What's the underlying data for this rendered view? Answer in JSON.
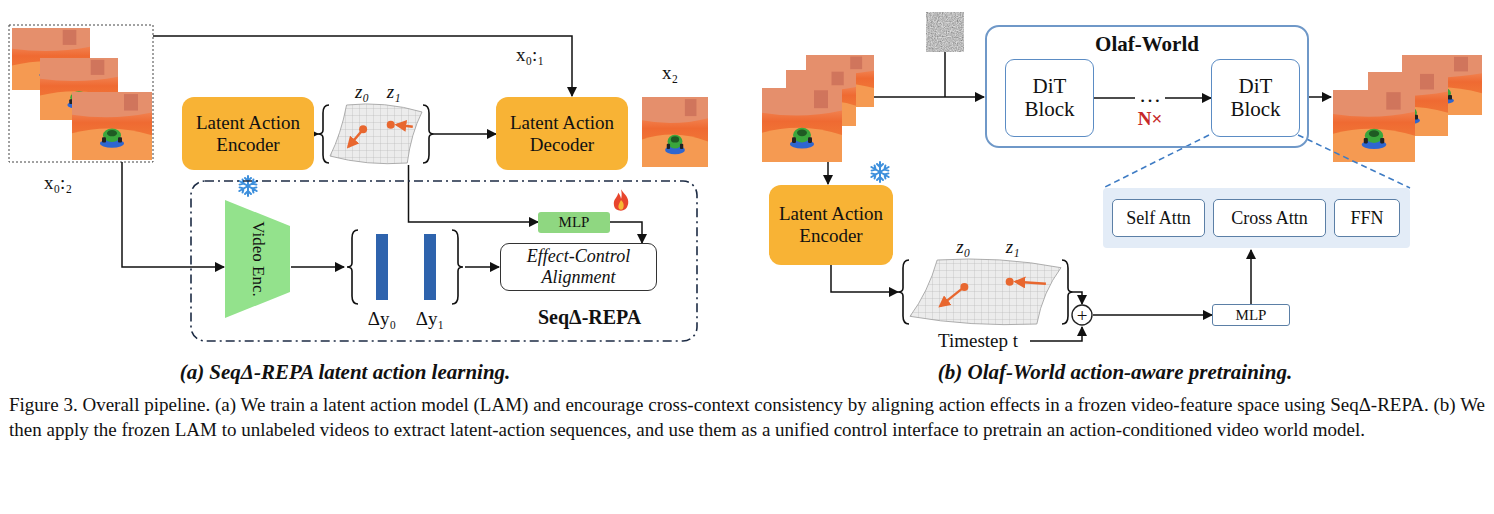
{
  "diagram": {
    "caption": "Figure 3. Overall pipeline. (a) We train a latent action model (LAM) and encourage cross-context consistency by aligning action effects in a frozen video-feature space using SeqΔ-REPA. (b) We then apply the frozen LAM to unlabeled videos to extract latent-action sequences, and use them as a unified control interface to pretrain an action-conditioned video world model.",
    "nodes": [
      {
        "text": [
          "Latent Action Encoder"
        ]
      },
      {
        "text": [
          "z₀",
          "z₁"
        ]
      },
      {
        "text": [
          "Latent Action Decoder"
        ]
      },
      {
        "text": [
          "SeqΔ-REPA"
        ]
      },
      {
        "text": [
          "Video Enc."
        ],
        "in": 3
      },
      {
        "text": [
          "MLP"
        ],
        "in": 3
      },
      {
        "text": [
          "Effect-Control Alignment"
        ],
        "in": 3
      },
      {
        "text": [
          "Olaf-World"
        ]
      },
      {
        "text": [
          "DiT Block"
        ],
        "in": 7
      },
      {
        "text": [
          "DiT Block"
        ],
        "in": 7
      },
      {
        "text": [
          "Latent Action Encoder"
        ]
      },
      {
        "text": [
          "Self Attn"
        ]
      },
      {
        "text": [
          "Cross Attn"
        ]
      },
      {
        "text": [
          "FFN"
        ]
      },
      {
        "text": [
          "z₀",
          "z₁"
        ]
      },
      {
        "text": [
          "+"
        ]
      },
      {
        "text": [
          "MLP"
        ]
      }
    ],
    "edges": [
      {
        "from": 0,
        "to": 1,
        "arrow": "to"
      },
      {
        "from": 1,
        "to": 2,
        "arrow": "to"
      },
      {
        "from": 1,
        "to": 5,
        "arrow": "to"
      },
      {
        "from": 5,
        "to": 6,
        "arrow": "to"
      },
      {
        "from": 8,
        "to": 9,
        "arrow": "to"
      },
      {
        "from": 10,
        "to": 14,
        "arrow": "to"
      },
      {
        "from": 14,
        "to": 15,
        "arrow": "to"
      },
      {
        "from": 15,
        "to": 16,
        "arrow": "to"
      }
    ],
    "labels": [
      "x₀:₁",
      "x₂",
      "x₀:₂",
      "Δy₀",
      "Δy₁",
      "(a) SeqΔ-REPA latent action learning.",
      "…",
      "N×",
      "Timestep t",
      "(b) Olaf-World action-aware pretraining."
    ]
  }
}
